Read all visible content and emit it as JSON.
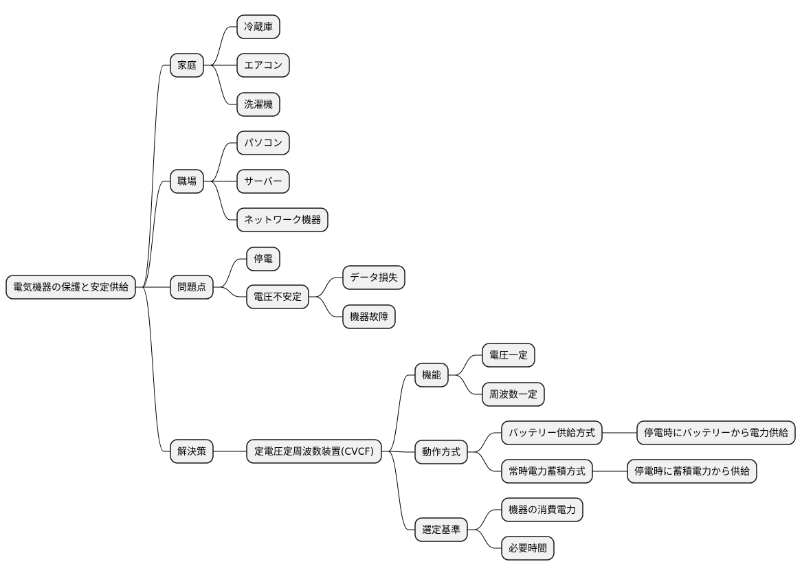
{
  "root": {
    "label": "電気機器の保護と安定供給"
  },
  "categories": {
    "home": {
      "label": "家庭",
      "items": [
        "冷蔵庫",
        "エアコン",
        "洗濯機"
      ]
    },
    "office": {
      "label": "職場",
      "items": [
        "パソコン",
        "サーバー",
        "ネットワーク機器"
      ]
    },
    "problems": {
      "label": "問題点",
      "power_outage": "停電",
      "voltage_instability": {
        "label": "電圧不安定",
        "items": [
          "データ損失",
          "機器故障"
        ]
      }
    },
    "solution": {
      "label": "解決策",
      "device": {
        "label": "定電圧定周波数装置(CVCF)",
        "functions": {
          "label": "機能",
          "items": [
            "電圧一定",
            "周波数一定"
          ]
        },
        "operation": {
          "label": "動作方式",
          "battery": {
            "label": "バッテリー供給方式",
            "detail": "停電時にバッテリーから電力供給"
          },
          "storage": {
            "label": "常時電力蓄積方式",
            "detail": "停電時に蓄積電力から供給"
          }
        },
        "criteria": {
          "label": "選定基準",
          "items": [
            "機器の消費電力",
            "必要時間"
          ]
        }
      }
    }
  }
}
